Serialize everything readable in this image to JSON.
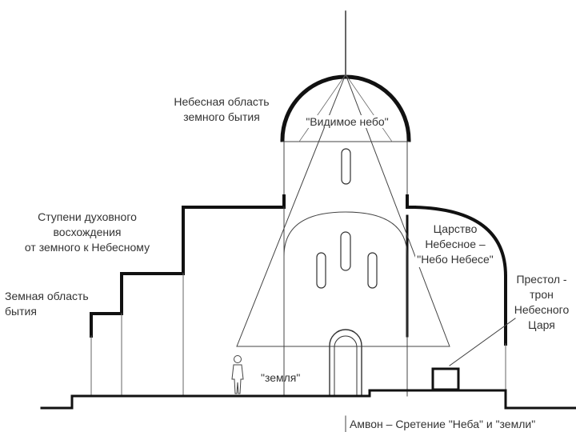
{
  "colors": {
    "line": "#1a1a1a",
    "thin": "#444444",
    "text": "#333333"
  },
  "labels": {
    "heavenly_region": [
      "Небесная область",
      "земного бытия"
    ],
    "visible_sky": "\"Видимое небо\"",
    "steps": [
      "Ступени духовного",
      "восхождения",
      "от земного к Небесному"
    ],
    "earthly_region": [
      "Земная область",
      "бытия"
    ],
    "kingdom": [
      "Царство",
      "Небесное –",
      "\"Небо Небесе\""
    ],
    "throne": [
      "Престол -",
      "трон",
      "Небесного",
      "Царя"
    ],
    "earth": "\"земля\"",
    "ambon": "Амвон – Сретение \"Неба\" и \"земли\""
  }
}
